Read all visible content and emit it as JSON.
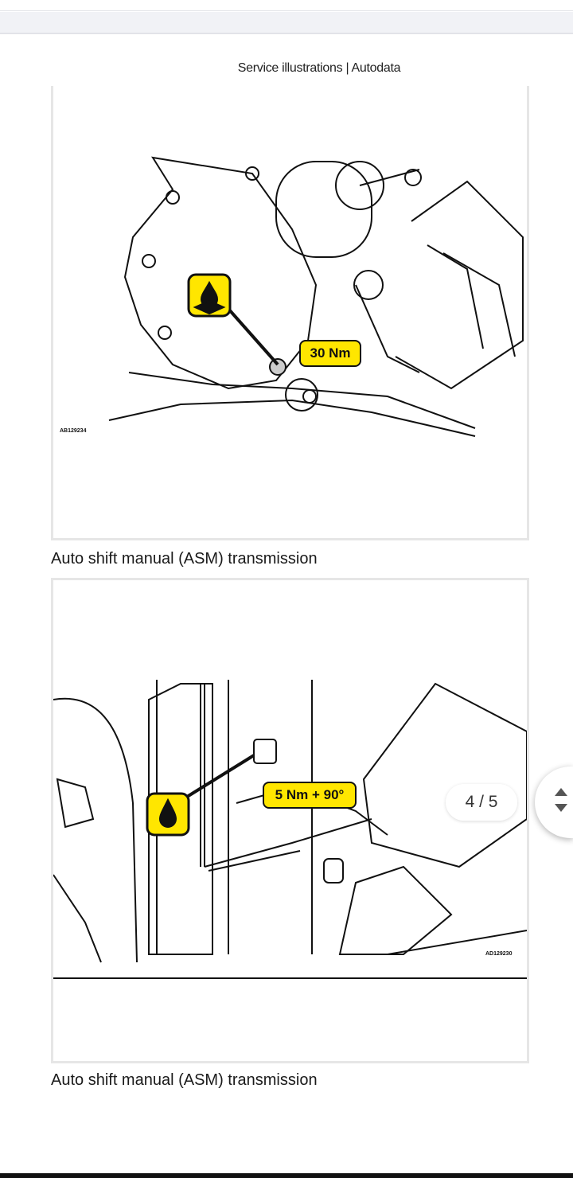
{
  "header": {
    "title": "Service illustrations | Autodata"
  },
  "figures": [
    {
      "code": "AB129234",
      "torque": "30 Nm",
      "caption": "Auto shift manual (ASM) transmission",
      "icon": "oil-drop-sealant-icon"
    },
    {
      "code": "AD129230",
      "torque": "5 Nm + 90°",
      "caption": "Auto shift manual (ASM) transmission",
      "icon": "oil-drop-icon"
    }
  ],
  "pager": {
    "label": "4 / 5"
  },
  "colors": {
    "callout": "#ffe600",
    "line": "#111111",
    "frame": "#e6e6e6"
  }
}
